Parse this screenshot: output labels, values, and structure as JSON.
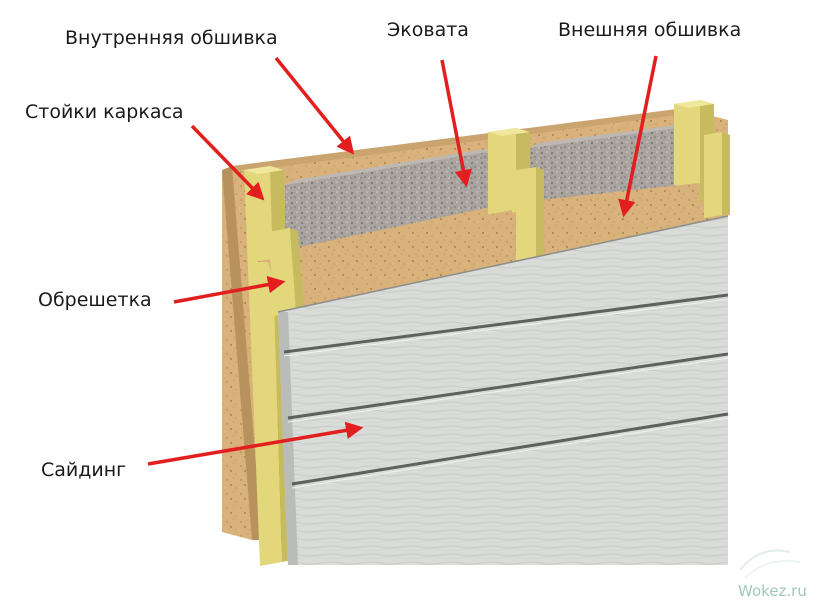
{
  "labels": {
    "inner_sheathing": "Внутренняя обшивка",
    "ecowool": "Эковата",
    "outer_sheathing": "Внешняя обшивка",
    "frame_studs": "Стойки каркаса",
    "battens": "Обрешетка",
    "siding": "Сайдинг"
  },
  "watermark": "Wokez.ru",
  "colors": {
    "arrow": "#e31e1e",
    "osb": "#d8b27a",
    "osb_dark": "#b8925c",
    "stud": "#e2d77a",
    "stud_dark": "#c6bb5e",
    "insulation": "#a9a4a0",
    "siding": "#d9dcd8",
    "siding_shadow": "#6e706e",
    "watermark": "#8fbfa8"
  }
}
